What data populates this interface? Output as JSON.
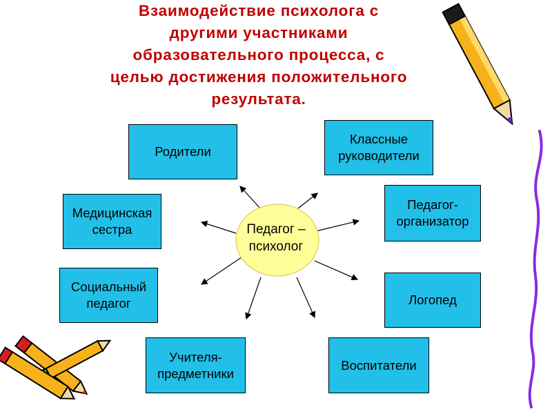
{
  "title": {
    "lines": [
      "Взаимодействие психолога с",
      "другими участниками",
      "образовательного  процесса, с",
      "целью достижения положительного",
      "результата."
    ]
  },
  "center": {
    "label": "Педагог –\nпсихолог"
  },
  "participants": {
    "parents": "Родители",
    "class_teachers": "Классные\nруководители",
    "nurse": "Медицинская\nсестра",
    "organizer": "Педагог-\nорганизатор",
    "social_pedagogue": "Социальный\nпедагог",
    "speech_therapist": "Логопед",
    "subject_teachers": "Учителя-\nпредметники",
    "educators": "Воспитатели"
  },
  "colors": {
    "title": "#c00000",
    "box_fill": "#22c0e8",
    "sun_fill": "#ffff99",
    "sun_stroke": "#e8d070"
  },
  "decorations": [
    "pencil-top-right-icon",
    "pencils-bottom-left-icon",
    "purple-squiggle-line"
  ]
}
